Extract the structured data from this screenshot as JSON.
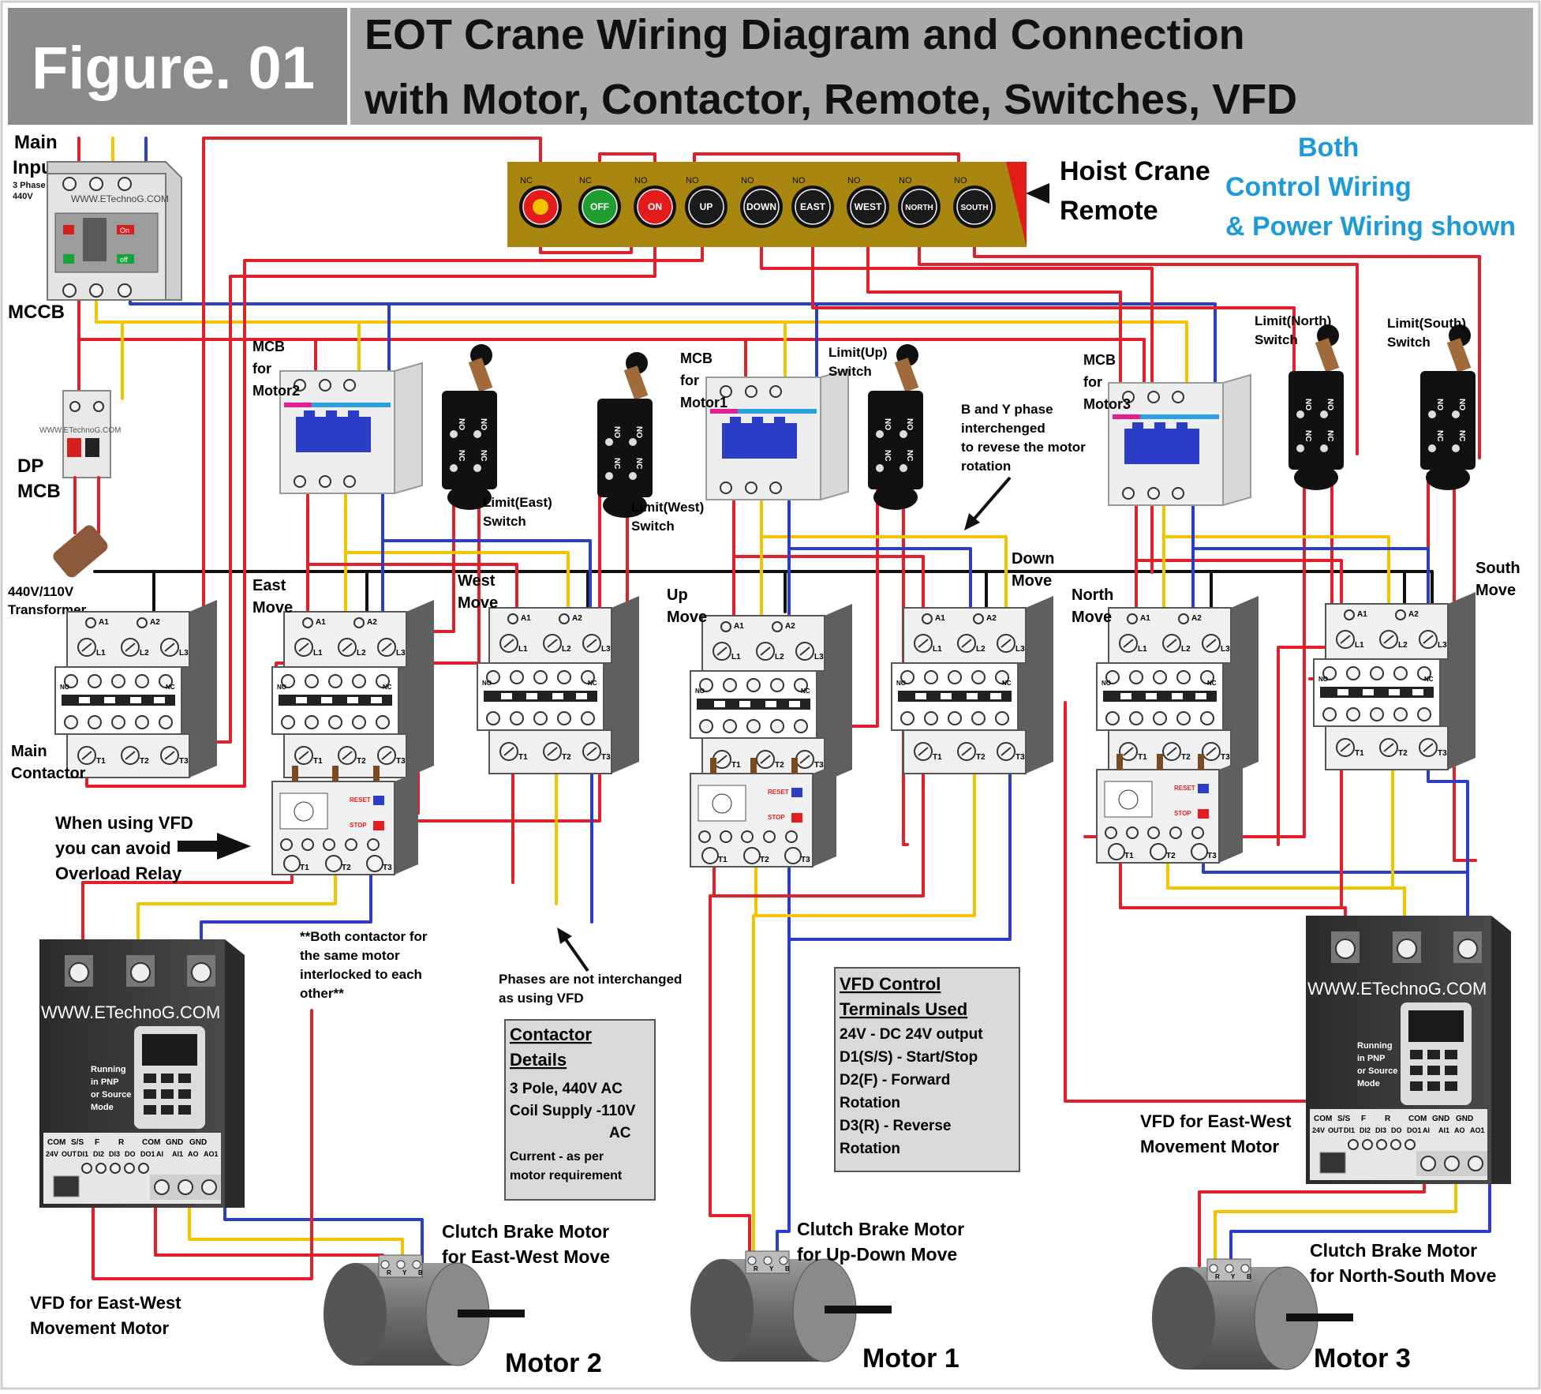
{
  "figure_label": "Figure. 01",
  "title_line1": "EOT Crane Wiring Diagram and Connection",
  "title_line2": "with Motor, Contactor, Remote, Switches, VFD",
  "both_note": [
    "Both",
    "Control Wiring",
    "& Power Wiring shown"
  ],
  "remote": {
    "title_line1": "Hoist Crane",
    "title_line2": "Remote",
    "buttons": [
      {
        "tag": "NC",
        "label": "",
        "color": "#e31b1b"
      },
      {
        "tag": "NC",
        "label": "OFF",
        "color": "#1f9d2f"
      },
      {
        "tag": "NO",
        "label": "ON",
        "color": "#e31b1b"
      },
      {
        "tag": "NO",
        "label": "UP",
        "color": "#1a1a1a"
      },
      {
        "tag": "NO",
        "label": "DOWN",
        "color": "#1a1a1a"
      },
      {
        "tag": "NO",
        "label": "EAST",
        "color": "#1a1a1a"
      },
      {
        "tag": "NO",
        "label": "WEST",
        "color": "#1a1a1a"
      },
      {
        "tag": "NO",
        "label": "NORTH",
        "color": "#1a1a1a"
      },
      {
        "tag": "NO",
        "label": "SOUTH",
        "color": "#1a1a1a"
      }
    ]
  },
  "main_input": {
    "line1": "Main",
    "line2": "Input",
    "sub1": "3 Phase",
    "sub2": "440V"
  },
  "watermark": "WWW.ETechnoG.COM",
  "mccb": {
    "label": "MCCB",
    "on": "On",
    "off": "off"
  },
  "dp_mcb": [
    "DP",
    "MCB"
  ],
  "transformer": [
    "440V/110V",
    "Transformer"
  ],
  "main_contactor": [
    "Main",
    "Contactor"
  ],
  "mcbs": [
    {
      "lines": [
        "MCB",
        "for",
        "Motor2"
      ]
    },
    {
      "lines": [
        "MCB",
        "for",
        "Motor1"
      ]
    },
    {
      "lines": [
        "MCB",
        "for",
        "Motor3"
      ]
    }
  ],
  "limit_switches": [
    {
      "lines": [
        "Limit(East)",
        "Switch"
      ]
    },
    {
      "lines": [
        "Limit(West)",
        "Switch"
      ]
    },
    {
      "lines": [
        "Limit(Up)",
        "Switch"
      ]
    },
    {
      "lines": [
        "Limit(North)",
        "Switch"
      ]
    },
    {
      "lines": [
        "Limit(South)",
        "Switch"
      ]
    }
  ],
  "switch_marks": {
    "no": "NO",
    "nc": "NC"
  },
  "moves": {
    "east": [
      "East",
      "Move"
    ],
    "west": [
      "West",
      "Move"
    ],
    "up": [
      "Up",
      "Move"
    ],
    "down": [
      "Down",
      "Move"
    ],
    "north": [
      "North",
      "Move"
    ],
    "south": [
      "South",
      "Move"
    ]
  },
  "contactor_terminals": {
    "a1": "A1",
    "a2": "A2",
    "l1": "L1",
    "l2": "L2",
    "l3": "L3",
    "t1": "T1",
    "t2": "T2",
    "t3": "T3",
    "no": "NO",
    "nc": "NC"
  },
  "overload": {
    "reset": "RESET",
    "stop": "STOP"
  },
  "bandy_note": [
    "B and Y phase",
    "interchenged",
    "to revese the motor",
    "rotation"
  ],
  "vfd_note": [
    "When using VFD",
    "you can avoid",
    "Overload Relay"
  ],
  "interlock_note": [
    "**Both contactor for",
    "the same motor",
    "interlocked to each",
    "other**"
  ],
  "phases_note": [
    "Phases are not interchanged",
    "as using VFD"
  ],
  "contactor_details": {
    "title1": "Contactor",
    "title2": "Details",
    "lines": [
      "3 Pole, 440V AC",
      "Coil Supply -110V",
      "AC"
    ],
    "small": [
      "Current - as per",
      "motor requirement"
    ]
  },
  "vfd_control": {
    "title1": "VFD Control",
    "title2": "Terminals Used",
    "lines": [
      "24V - DC 24V output",
      "D1(S/S) - Start/Stop",
      "D2(F) - Forward",
      "Rotation",
      "D3(R) - Reverse",
      "Rotation"
    ]
  },
  "vfd_terminals": {
    "top": [
      "COM",
      "S/S",
      "F",
      "R",
      "COM",
      "GND",
      "GND"
    ],
    "bottom": [
      "24V",
      "OUT",
      "DI1",
      "DI2",
      "DI3",
      "DO",
      "DO1",
      "AI",
      "AI1",
      "AO",
      "AO1"
    ],
    "side": [
      "Running",
      "in PNP",
      "or Source",
      "Mode"
    ]
  },
  "vfd_labels": {
    "left": [
      "VFD for East-West",
      "Movement Motor"
    ],
    "right": [
      "VFD for East-West",
      "Movement Motor"
    ]
  },
  "motors": [
    {
      "name": "Motor 2",
      "caption": [
        "Clutch Brake Motor",
        "for East-West Move"
      ]
    },
    {
      "name": "Motor 1",
      "caption": [
        "Clutch Brake Motor",
        "for Up-Down Move"
      ]
    },
    {
      "name": "Motor 3",
      "caption": [
        "Clutch Brake Motor",
        "for North-South Move"
      ]
    }
  ],
  "motor_terminals": [
    "R",
    "Y",
    "B"
  ],
  "colors": {
    "header_bg": "#a6a6a6",
    "header_dark": "#7f7f7f",
    "remote_bg": "#a8860f",
    "wire_red": "#e0202a",
    "wire_yellow": "#f2c400",
    "wire_blue": "#2c3ec8",
    "accent_blue": "#1e9ad6"
  }
}
